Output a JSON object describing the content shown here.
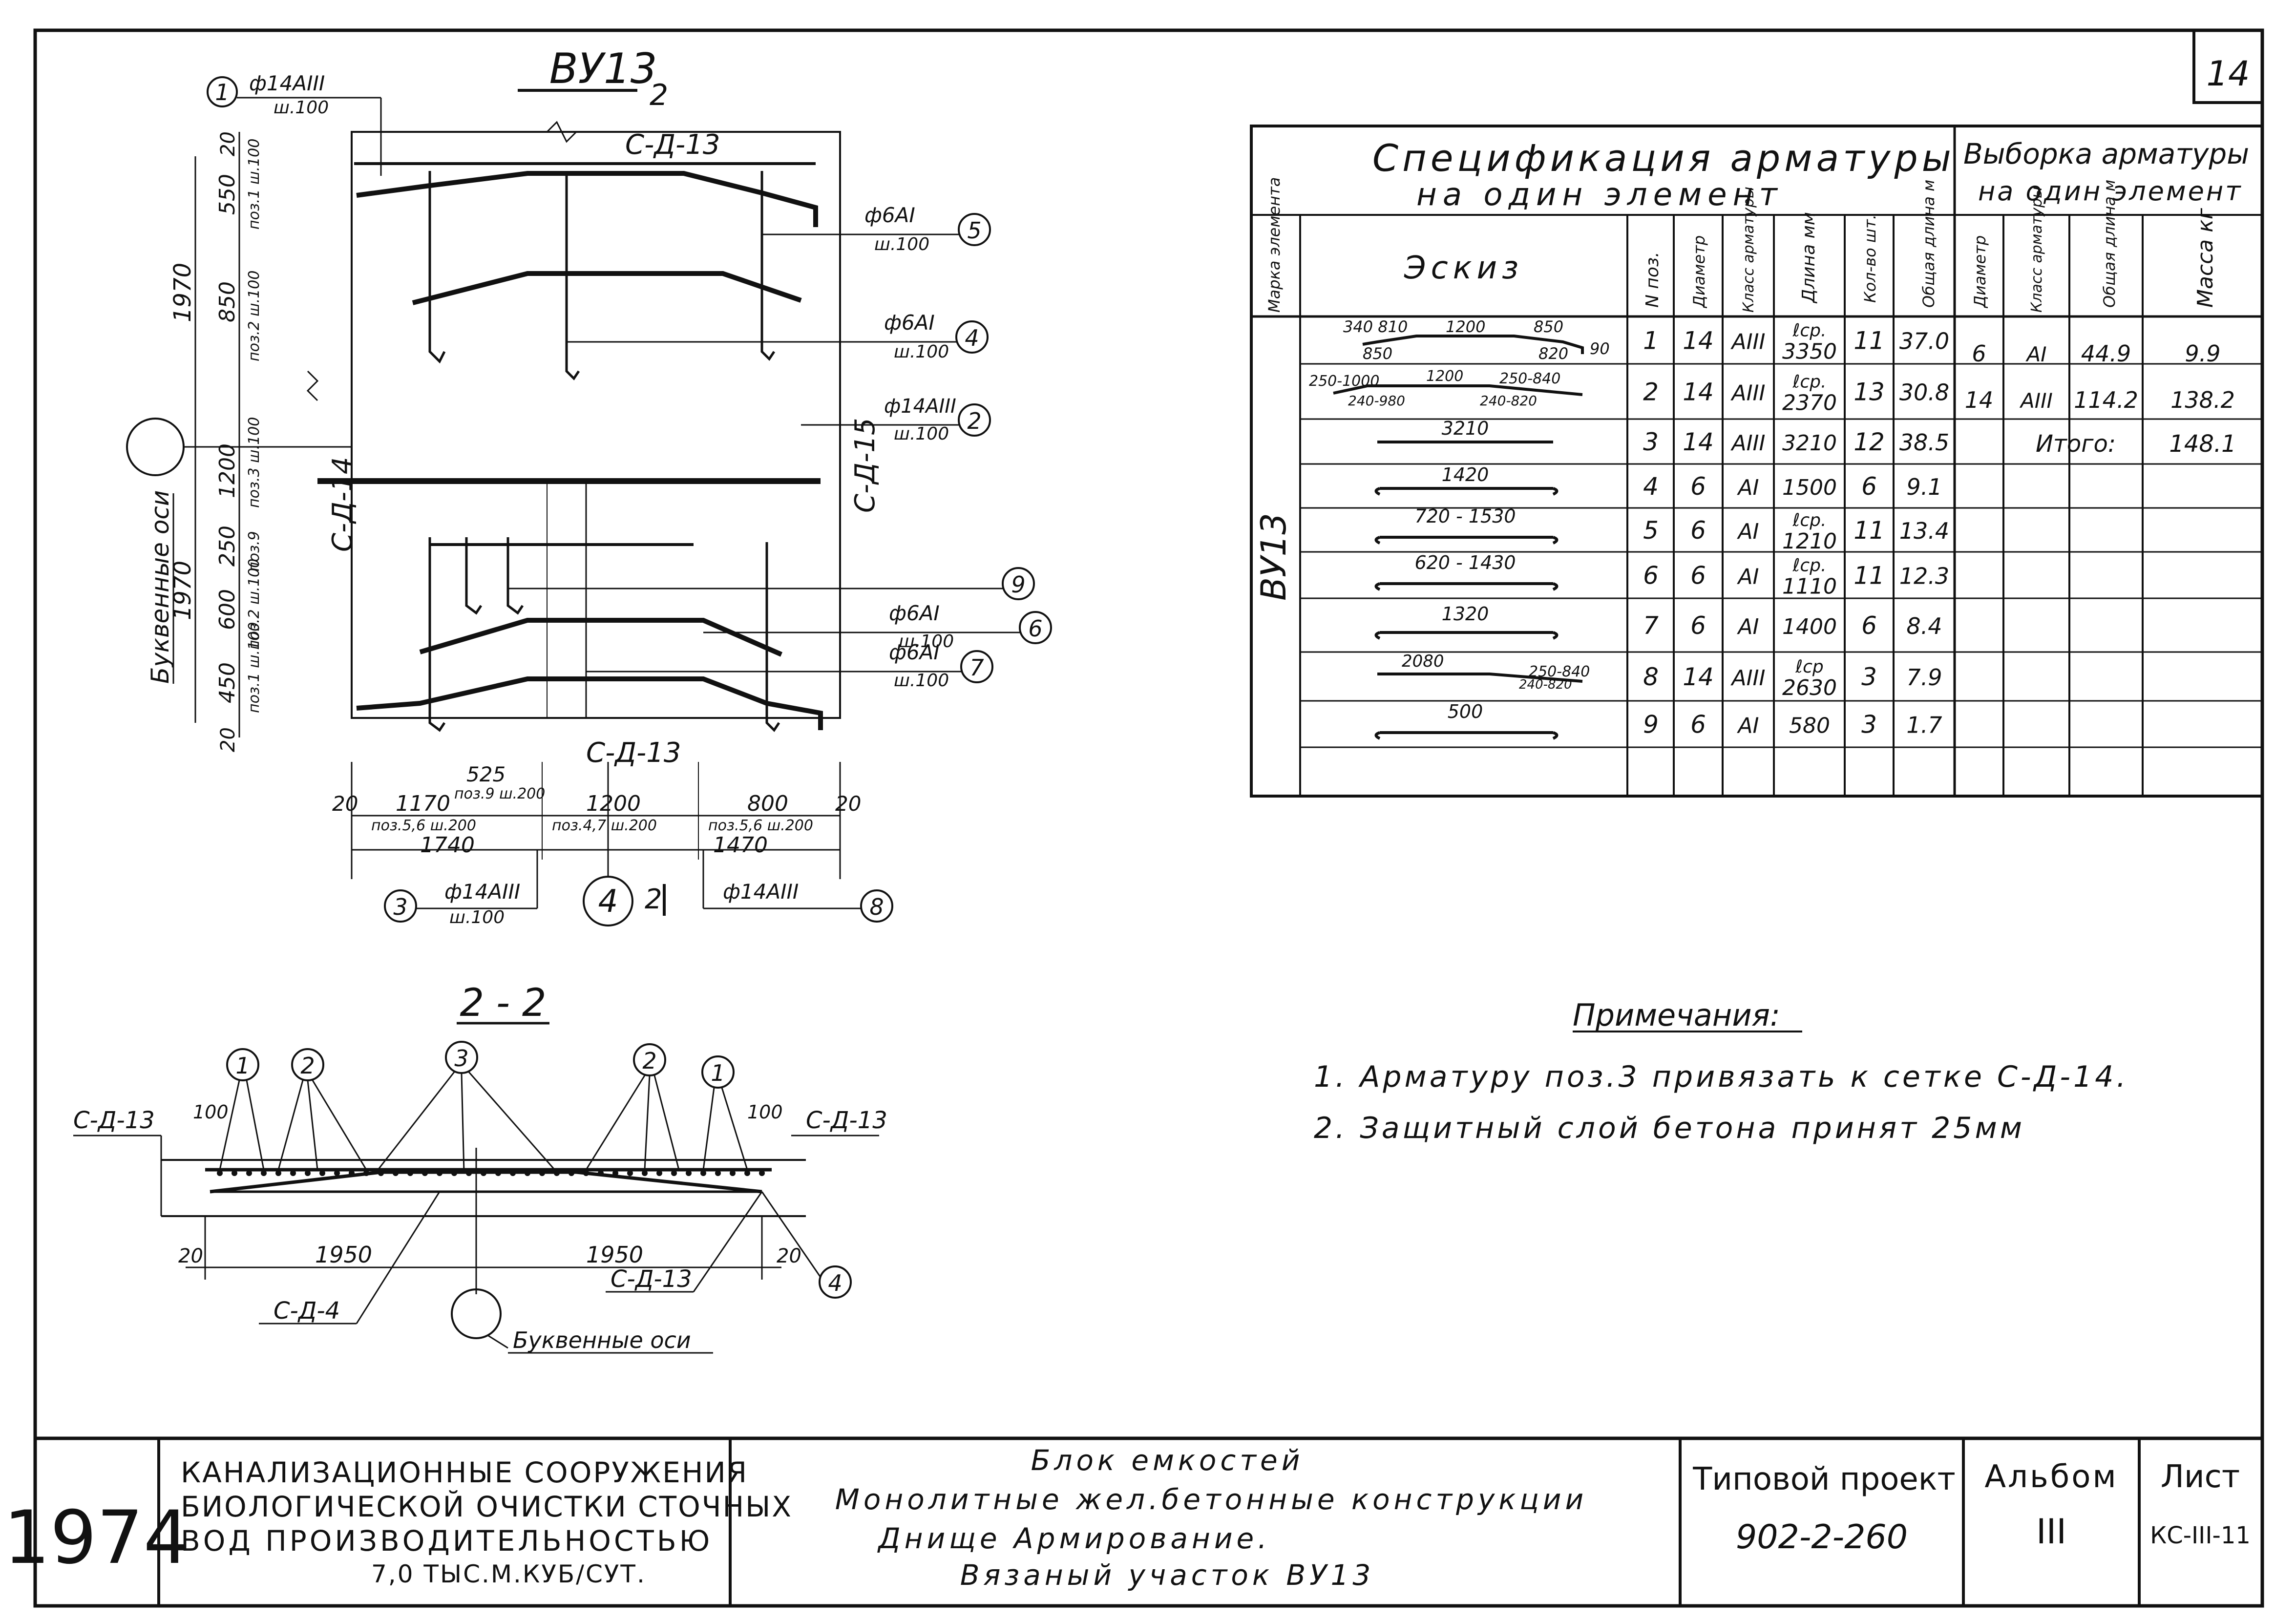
{
  "sheet_number": "14",
  "plan": {
    "title": "ВУ13",
    "section_mark": "2",
    "mesh_top": "С-Д-13",
    "mesh_bottom": "С-Д-13",
    "mesh_left": "С-Д-14",
    "mesh_right": "С-Д-15",
    "axis_label": "Буквенные оси",
    "calls": [
      {
        "num": "1",
        "bar": "ф14АIII",
        "step": "ш.100"
      },
      {
        "num": "5",
        "bar": "ф6АI",
        "step": "ш.100"
      },
      {
        "num": "4",
        "bar": "ф6АI",
        "step": "ш.100"
      },
      {
        "num": "2",
        "bar": "ф14АIII",
        "step": "ш.100"
      },
      {
        "num": "9",
        "bar": "",
        "step": ""
      },
      {
        "num": "6",
        "bar": "ф6АI",
        "step": "ш.100"
      },
      {
        "num": "7",
        "bar": "ф6АI",
        "step": "ш.100"
      },
      {
        "num": "3",
        "bar": "ф14АIII",
        "step": "ш.100"
      },
      {
        "num": "8",
        "bar": "ф14АIII",
        "step": ""
      }
    ],
    "bottom_circle": "4",
    "bottom_section_mark": "2",
    "vdims": {
      "total_top": "1970",
      "total_bottom": "1970",
      "d20a": "20",
      "d550": "550",
      "d850": "850",
      "d1200": "1200",
      "d250": "250",
      "d600": "600",
      "d450": "450",
      "d20b": "20"
    },
    "vpos": {
      "p1": "поз.1 ш.100",
      "p2": "поз.2 ш.100",
      "p3": "поз.3 ш.100",
      "p9": "поз.9",
      "p2b": "поз.2 ш.100",
      "p1b": "поз.1 ш.100"
    },
    "hdims": {
      "d20l": "20",
      "d1170": "1170",
      "d1200": "1200",
      "d800": "800",
      "d20r": "20",
      "d525": "525",
      "p9": "поз.9 ш.200",
      "p56l": "поз.5,6 ш.200",
      "p47": "поз.4,7 ш.200",
      "p56r": "поз.5,6 ш.200",
      "d1740": "1740",
      "d1470": "1470"
    }
  },
  "section": {
    "title": "2 - 2",
    "mesh_left": "С-Д-13",
    "mesh_right": "С-Д-13",
    "mesh_bottom_right": "С-Д-13",
    "mesh_bottom": "С-Д-4",
    "d100l": "100",
    "d100r": "100",
    "d20l": "20",
    "d20r": "20",
    "d1950l": "1950",
    "d1950r": "1950",
    "callouts": [
      "1",
      "2",
      "3",
      "2",
      "1",
      "4"
    ],
    "axis_label": "Буквенные оси"
  },
  "spec": {
    "title_line1": "Спецификация арматуры",
    "title_line2": "на один элемент",
    "sel_line1": "Выборка арматуры",
    "sel_line2": "на один элемент",
    "headers": {
      "mark": "Марка элемента",
      "sketch": "Эскиз",
      "pos": "N поз.",
      "dia": "Диаметр",
      "cls": "Класс арматуры",
      "len": "Длина мм",
      "qty": "Кол-во шт.",
      "total": "Общая длина м",
      "s_dia": "Диаметр",
      "s_cls": "Класс арматуры",
      "s_len": "Общая длина м",
      "s_mass": "Масса кг"
    },
    "element_mark": "ВУ13",
    "rows": [
      {
        "sketch": [
          "340 810",
          "1200",
          "850",
          "850",
          "820",
          "90"
        ],
        "pos": "1",
        "dia": "14",
        "cls": "АIII",
        "len_prefix": "ℓср.",
        "len": "3350",
        "qty": "11",
        "total": "37.0"
      },
      {
        "sketch": [
          "250-1000",
          "1200",
          "250-840",
          "240-980",
          "240-820"
        ],
        "pos": "2",
        "dia": "14",
        "cls": "АIII",
        "len_prefix": "ℓср.",
        "len": "2370",
        "qty": "13",
        "total": "30.8"
      },
      {
        "sketch": [
          "3210"
        ],
        "pos": "3",
        "dia": "14",
        "cls": "АIII",
        "len_prefix": "",
        "len": "3210",
        "qty": "12",
        "total": "38.5"
      },
      {
        "sketch": [
          "1420"
        ],
        "pos": "4",
        "dia": "6",
        "cls": "АI",
        "len_prefix": "",
        "len": "1500",
        "qty": "6",
        "total": "9.1"
      },
      {
        "sketch": [
          "720 - 1530"
        ],
        "pos": "5",
        "dia": "6",
        "cls": "АI",
        "len_prefix": "ℓср.",
        "len": "1210",
        "qty": "11",
        "total": "13.4"
      },
      {
        "sketch": [
          "620 - 1430"
        ],
        "pos": "6",
        "dia": "6",
        "cls": "АI",
        "len_prefix": "ℓср.",
        "len": "1110",
        "qty": "11",
        "total": "12.3"
      },
      {
        "sketch": [
          "1320"
        ],
        "pos": "7",
        "dia": "6",
        "cls": "АI",
        "len_prefix": "",
        "len": "1400",
        "qty": "6",
        "total": "8.4"
      },
      {
        "sketch": [
          "2080",
          "250-840",
          "240-820"
        ],
        "pos": "8",
        "dia": "14",
        "cls": "АIII",
        "len_prefix": "ℓср",
        "len": "2630",
        "qty": "3",
        "total": "7.9"
      },
      {
        "sketch": [
          "500"
        ],
        "pos": "9",
        "dia": "6",
        "cls": "АI",
        "len_prefix": "",
        "len": "580",
        "qty": "3",
        "total": "1.7"
      }
    ],
    "selection": [
      {
        "dia": "6",
        "cls": "АI",
        "len": "44.9",
        "mass": "9.9"
      },
      {
        "dia": "14",
        "cls": "АIII",
        "len": "114.2",
        "mass": "138.2"
      }
    ],
    "total_label": "Итого:",
    "total_mass": "148.1"
  },
  "notes": {
    "title": "Примечания:",
    "items": [
      "1. Арматуру поз.3 привязать к сетке С-Д-14.",
      "2. Защитный слой бетона принят 25мм"
    ]
  },
  "stamp": {
    "year": "1974",
    "org_line1": "КАНАЛИЗАЦИОННЫЕ СООРУЖЕНИЯ",
    "org_line2": "БИОЛОГИЧЕСКОЙ ОЧИСТКИ СТОЧНЫХ",
    "org_line3": "ВОД ПРОИЗВОДИТЕЛЬНОСТЬЮ",
    "org_line4": "7,0 ТЫС.М.КУБ/СУТ.",
    "desc_line1": "Блок емкостей",
    "desc_line2": "Монолитные жел.бетонные конструкции",
    "desc_line3": "Днище Армирование.",
    "desc_line4": "Вязаный участок ВУ13",
    "project_label": "Типовой проект",
    "project_number": "902-2-260",
    "album_label": "Альбом",
    "album_number": "III",
    "sheet_label": "Лист",
    "sheet_code": "КС-III-11"
  }
}
